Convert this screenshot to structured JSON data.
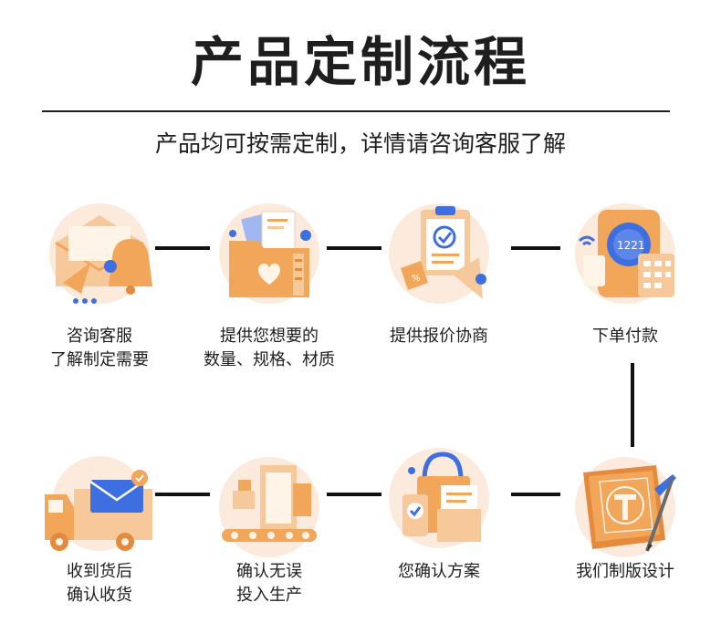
{
  "title": "产品定制流程",
  "subtitle": "产品均可按需定制，详情请咨询客服了解",
  "icon_theme_colors": {
    "orange": "#F2A65A",
    "peach": "#F7C99A",
    "blue": "#3E6FE0",
    "dark": "#111111"
  },
  "steps": [
    {
      "icon": "envelope-bell-icon",
      "lines": [
        "咨询客服",
        "了解制定需要"
      ]
    },
    {
      "icon": "folder-files-icon",
      "lines": [
        "提供您想要的",
        "数量、规格、材质"
      ]
    },
    {
      "icon": "clipboard-quote-icon",
      "lines": [
        "提供报价协商"
      ]
    },
    {
      "icon": "payment-terminal-icon",
      "lines": [
        "下单付款"
      ]
    },
    {
      "icon": "blueprint-design-icon",
      "lines": [
        "我们制版设计"
      ]
    },
    {
      "icon": "shopping-bag-confirm-icon",
      "lines": [
        "您确认方案"
      ]
    },
    {
      "icon": "production-line-icon",
      "lines": [
        "确认无误",
        "投入生产"
      ]
    },
    {
      "icon": "delivery-truck-icon",
      "lines": [
        "收到货后",
        "确认收货"
      ]
    }
  ]
}
